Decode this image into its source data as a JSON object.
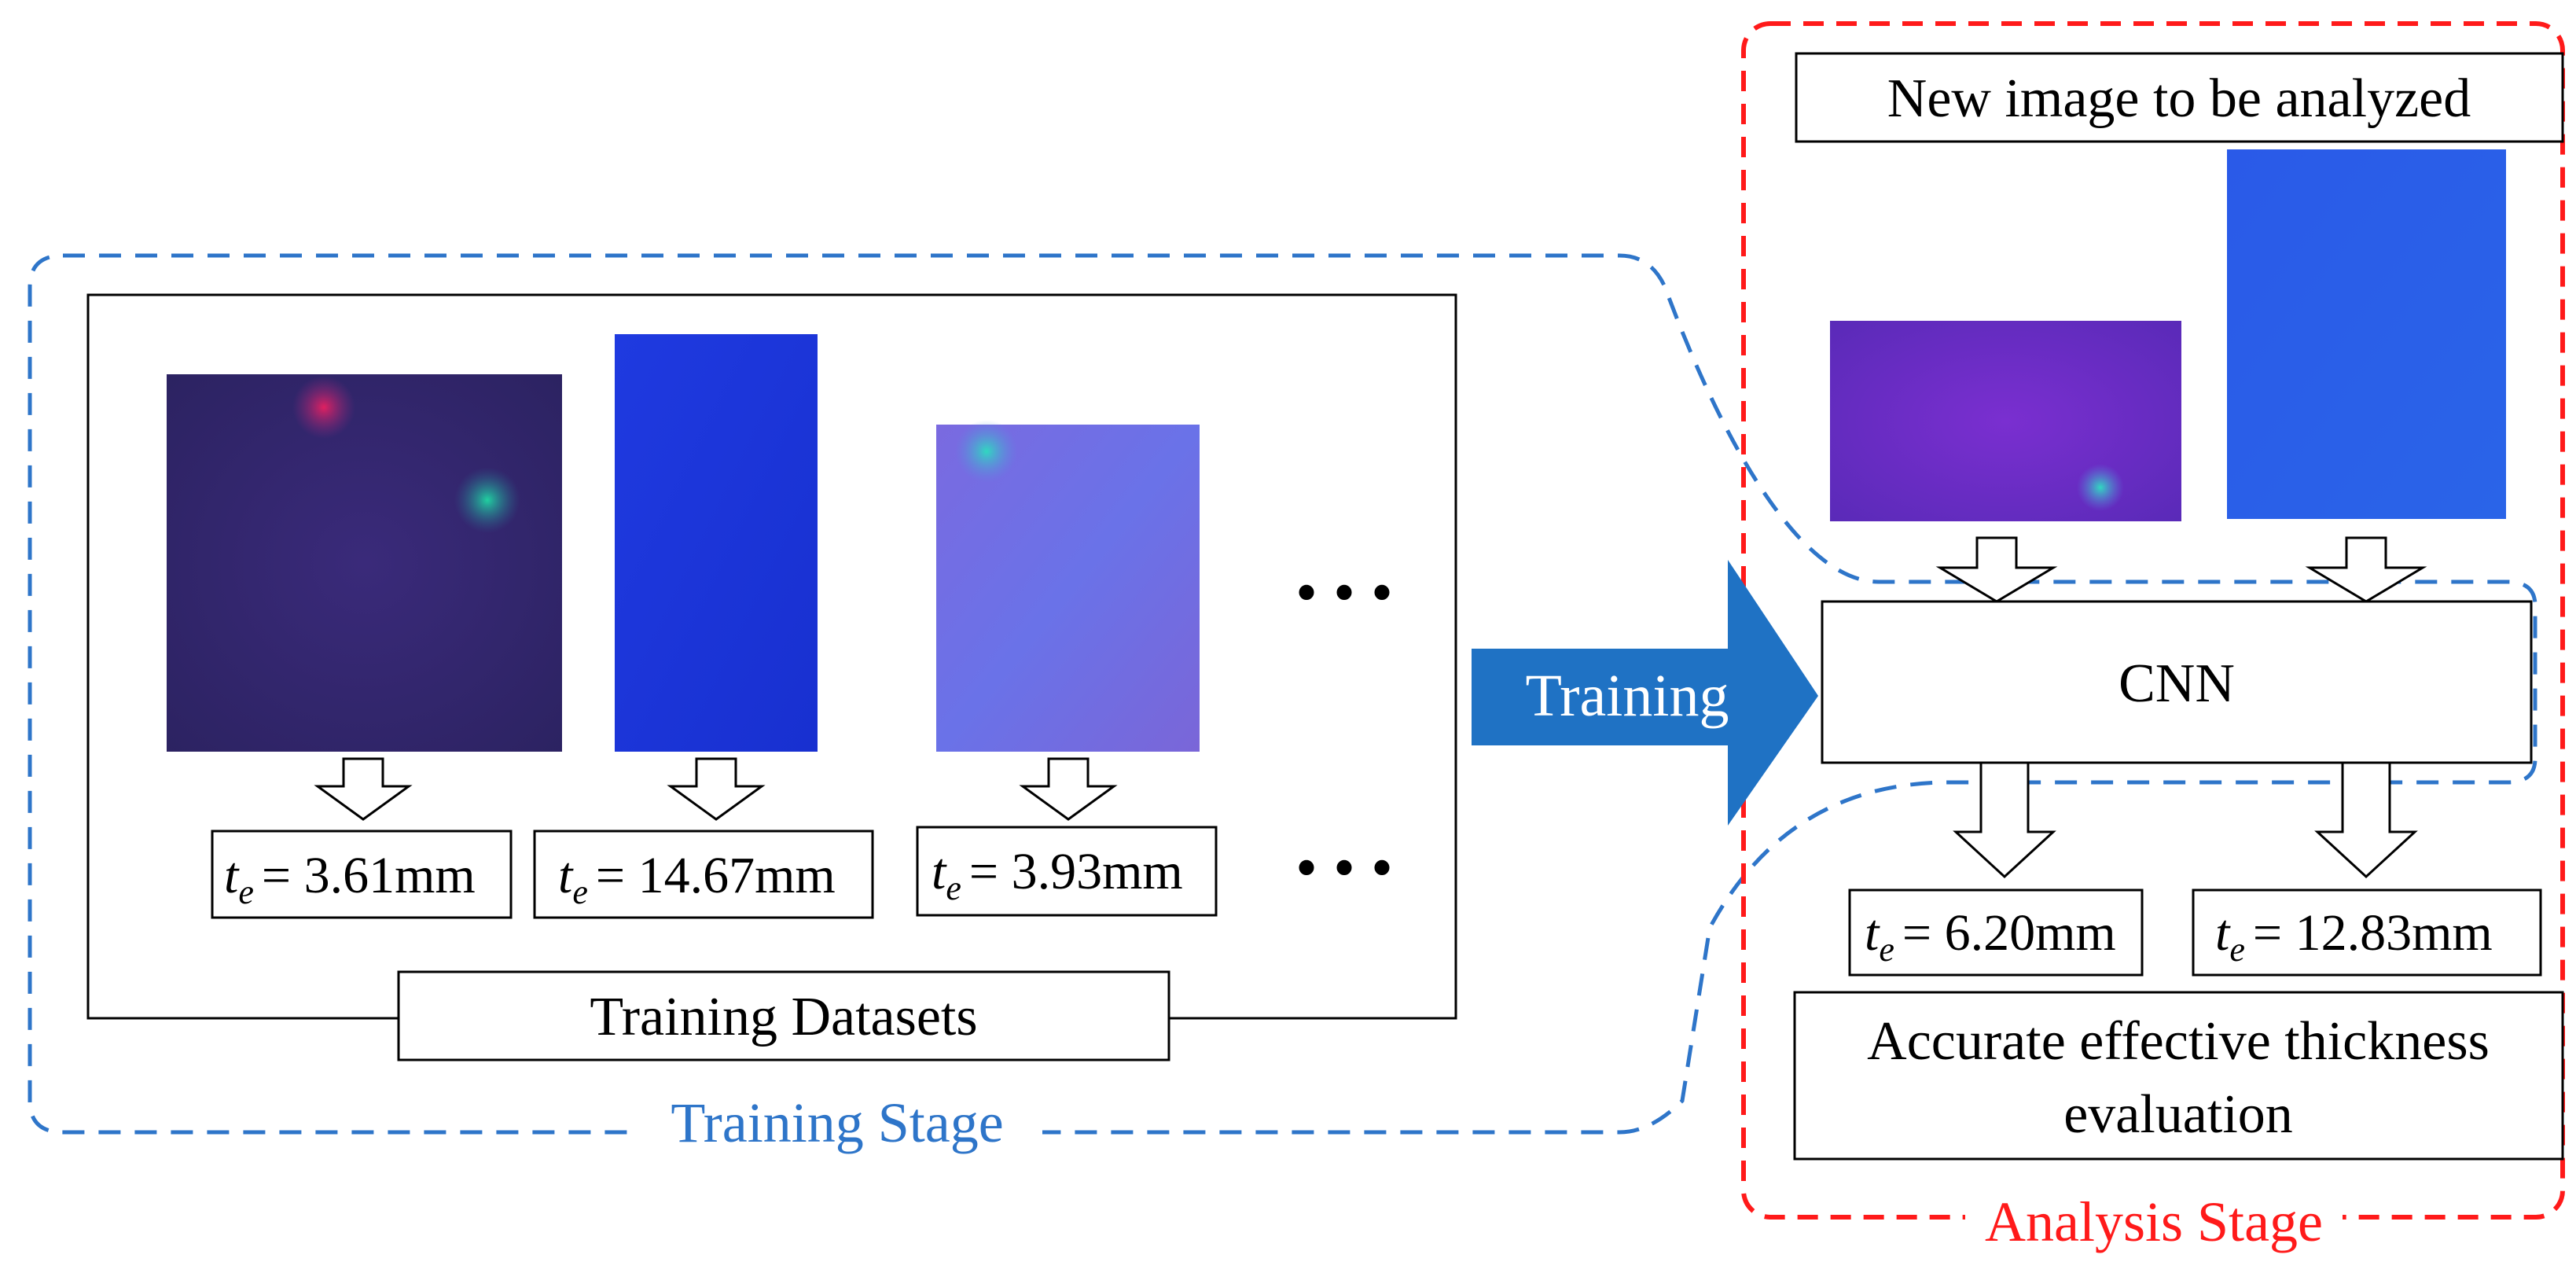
{
  "training_stage": {
    "label": "Training Stage",
    "color": "#2e75c9",
    "datasets_label": "Training Datasets",
    "samples": [
      {
        "te_symbol": "t",
        "te_subscript": "e",
        "value": "= 3.61mm"
      },
      {
        "te_symbol": "t",
        "te_subscript": "e",
        "value": "= 14.67mm"
      },
      {
        "te_symbol": "t",
        "te_subscript": "e",
        "value": "= 3.93mm"
      }
    ],
    "ellipsis": "• • •"
  },
  "training_arrow": {
    "label": "Training",
    "color": "#1f72c4",
    "text_color": "#ffffff"
  },
  "analysis_stage": {
    "label": "Analysis Stage",
    "color": "#ff1a1a",
    "new_image_label": "New image to be analyzed",
    "model_label": "CNN",
    "results": [
      {
        "te_symbol": "t",
        "te_subscript": "e",
        "value": "= 6.20mm"
      },
      {
        "te_symbol": "t",
        "te_subscript": "e",
        "value": "= 12.83mm"
      }
    ],
    "conclusion_line1": "Accurate effective thickness",
    "conclusion_line2": "evaluation"
  }
}
